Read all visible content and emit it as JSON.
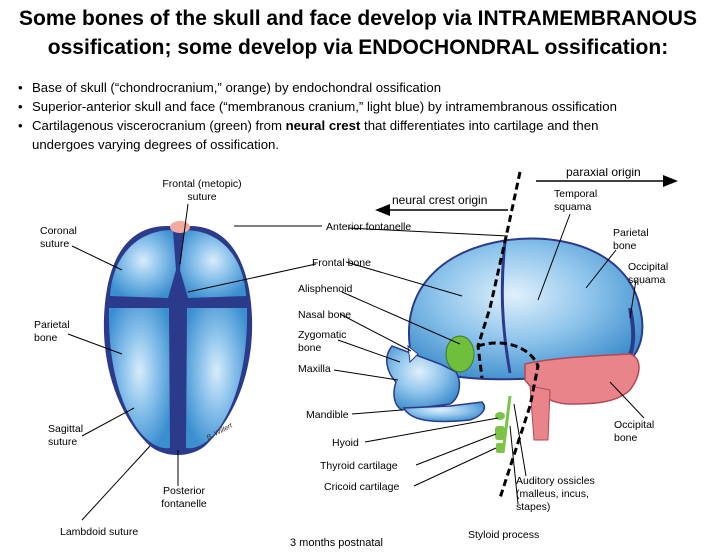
{
  "title": {
    "line1": "Some bones of the skull and face develop via INTRAMEMBRANOUS",
    "line2": "ossification; some develop via ENDOCHONDRAL ossification:"
  },
  "bullets": [
    {
      "text": "Base of skull (“chondrocranium,” orange) by endochondral ossification"
    },
    {
      "text": "Superior-anterior skull and face (“membranous cranium,” light blue) by intramembranous ossification"
    },
    {
      "pre": "Cartilagenous viscerocranium (green) from ",
      "bold": "neural crest",
      "post": " that differentiates into cartilage and then",
      "cont": "undergoes varying degrees of ossification."
    }
  ],
  "origins": {
    "neural_crest": "neural crest origin",
    "paraxial": "paraxial origin"
  },
  "labels": {
    "frontal_metopic_1": "Frontal (metopic)",
    "frontal_metopic_2": "suture",
    "coronal_1": "Coronal",
    "coronal_2": "suture",
    "parietal_bone_1": "Parietal",
    "parietal_bone_2": "bone",
    "sagittal_1": "Sagittal",
    "sagittal_2": "suture",
    "posterior_fontanelle_1": "Posterior",
    "posterior_fontanelle_2": "fontanelle",
    "lambdoid": "Lambdoid suture",
    "anterior_fontanelle": "Anterior fontanelle",
    "frontal_bone": "Frontal bone",
    "alisphenoid": "Alisphenoid",
    "nasal_bone": "Nasal bone",
    "zygomatic_1": "Zygomatic",
    "zygomatic_2": "bone",
    "maxilla": "Maxilla",
    "mandible": "Mandible",
    "hyoid": "Hyoid",
    "thyroid": "Thyroid cartilage",
    "cricoid": "Cricoid cartilage",
    "styloid": "Styloid process",
    "auditory_1": "Auditory ossicles",
    "auditory_2": "(malleus, incus,",
    "auditory_3": "stapes)",
    "temporal_1": "Temporal",
    "temporal_2": "squama",
    "parietal_r_1": "Parietal",
    "parietal_r_2": "bone",
    "occipital_sq_1": "Occipital",
    "occipital_sq_2": "squama",
    "occipital_bone_1": "Occipital",
    "occipital_bone_2": "bone",
    "caption": "3 months postnatal",
    "signature": "B. Willert"
  },
  "colors": {
    "membranous_bone": "#5fa6dc",
    "suture": "#2a3580",
    "endochondral": "#e8848a",
    "neural_crest_cartilage": "#7cc447",
    "dashed_line": "#000000"
  }
}
